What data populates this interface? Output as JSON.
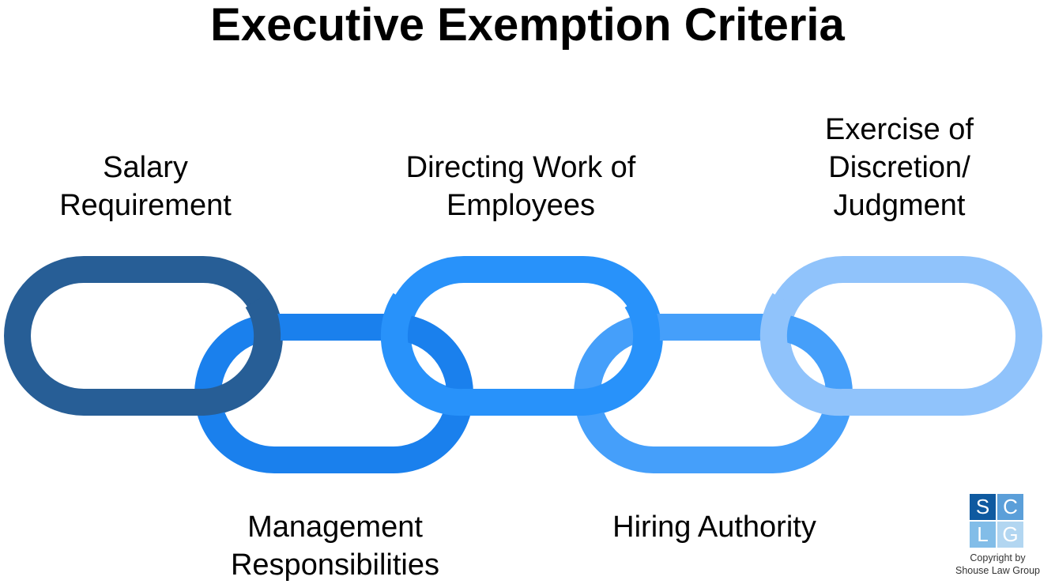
{
  "title": "Executive Exemption Criteria",
  "links": [
    {
      "id": "salary",
      "lines": [
        "Salary",
        "Requirement"
      ],
      "color": "#275e96"
    },
    {
      "id": "management",
      "lines": [
        "Management",
        "Responsibilities"
      ],
      "color": "#1a80ed"
    },
    {
      "id": "directing",
      "lines": [
        "Directing Work of",
        "Employees"
      ],
      "color": "#2892fa"
    },
    {
      "id": "hiring",
      "lines": [
        "Hiring Authority"
      ],
      "color": "#459ffa"
    },
    {
      "id": "discretion",
      "lines": [
        "Exercise of",
        "Discretion/",
        "Judgment"
      ],
      "color": "#90c3fb"
    }
  ],
  "logo": {
    "letters": [
      "S",
      "C",
      "L",
      "G"
    ],
    "colors": [
      "#0f5aa0",
      "#5b9fd9",
      "#82bde8",
      "#b2d6f1"
    ]
  },
  "copyright": {
    "line1": "Copyright by",
    "line2": "Shouse Law Group"
  }
}
